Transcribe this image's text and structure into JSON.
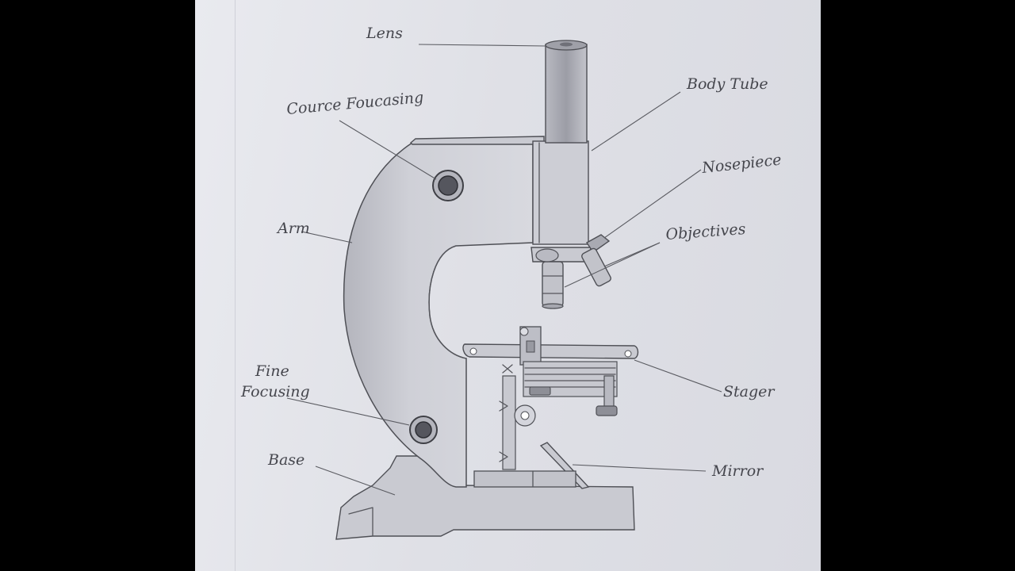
{
  "labels": {
    "lens": "Lens",
    "body_tube": "Body Tube",
    "course_focusing": "Cource Foucasing",
    "nosepiece": "Nosepiece",
    "arm": "Arm",
    "objectives": "Objectives",
    "fine_1": "Fine",
    "fine_2": "Focusing",
    "stage": "Stager",
    "base": "Base",
    "mirror": "Mirror"
  },
  "colors": {
    "paper": "#e2e3e9",
    "pencil": "#4e4f55",
    "shading": "#c9cad1"
  }
}
